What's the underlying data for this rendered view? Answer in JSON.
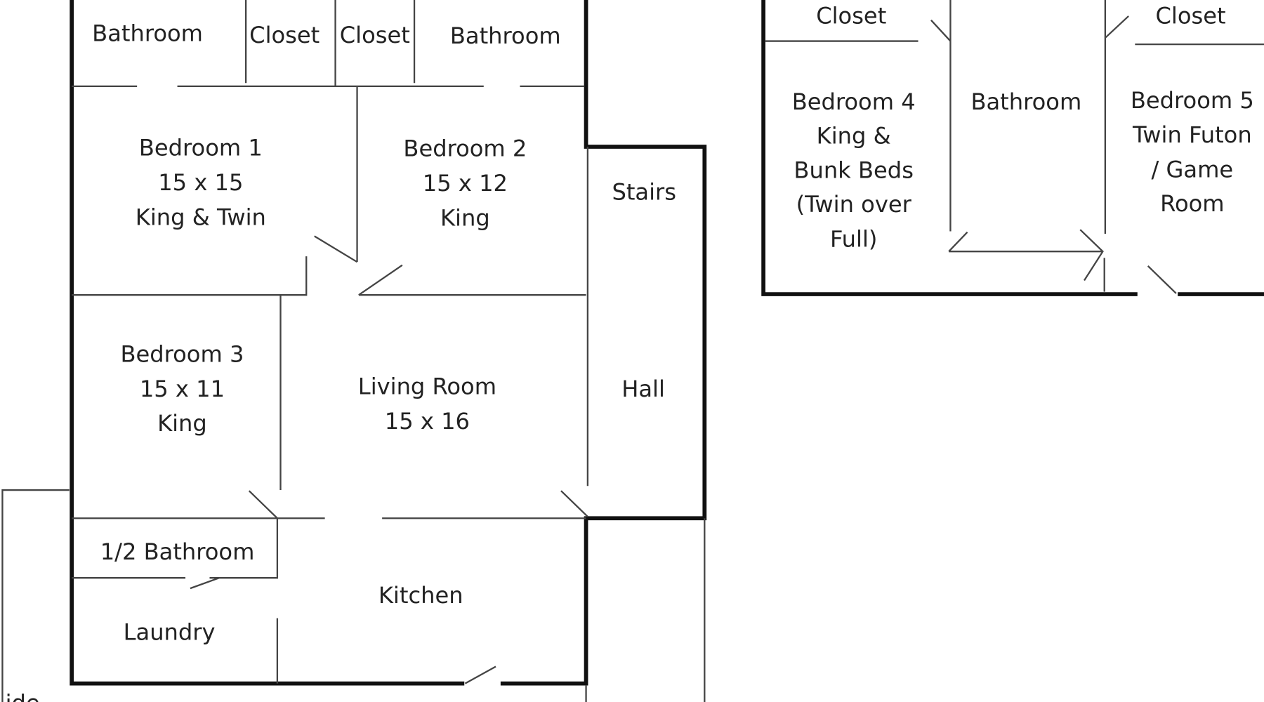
{
  "floor_plan": {
    "rooms": {
      "bathroom_top_left": "Bathroom",
      "closet_1": "Closet",
      "closet_2": "Closet",
      "bathroom_top_mid": "Bathroom",
      "bedroom1": [
        "Bedroom 1",
        "15 x 15",
        "King & Twin"
      ],
      "bedroom2": [
        "Bedroom 2",
        "15 x 12",
        "King"
      ],
      "stairs": "Stairs",
      "bedroom3": [
        "Bedroom 3",
        "15 x 11",
        "King"
      ],
      "living_room": [
        "Living Room",
        "15 x 16"
      ],
      "hall": "Hall",
      "half_bath": "1/2 Bathroom",
      "kitchen": "Kitchen",
      "laundry": "Laundry",
      "closet_right_1": "Closet",
      "closet_right_2": "Closet",
      "bedroom4": [
        "Bedroom 4",
        "King &",
        "Bunk Beds",
        "(Twin over",
        "Full)"
      ],
      "bathroom_right": "Bathroom",
      "bedroom5": [
        "Bedroom 5",
        "Twin Futon",
        "/ Game",
        "Room"
      ],
      "cut_off_label": "ide"
    }
  }
}
